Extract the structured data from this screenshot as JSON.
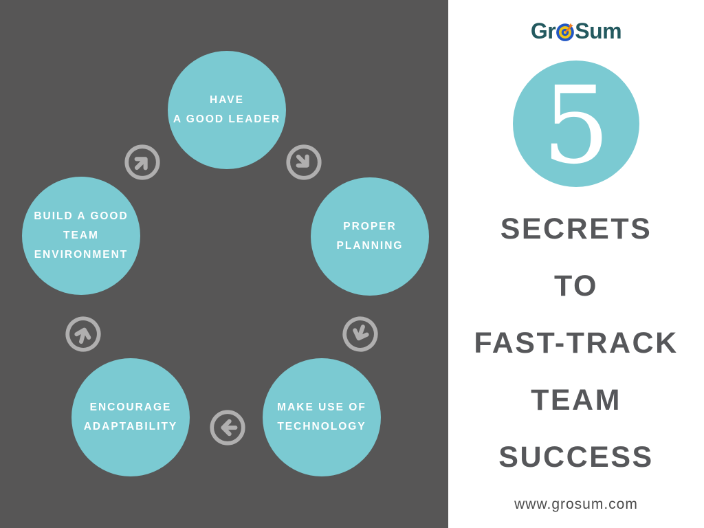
{
  "brand": {
    "logo_pre": "Gr",
    "logo_post": "Sum",
    "website": "www.grosum.com",
    "logo_color": "#23595f"
  },
  "badge": {
    "number": "5"
  },
  "headline": {
    "lines": [
      "SECRETS",
      "TO",
      "FAST-TRACK",
      "TEAM",
      "SUCCESS"
    ]
  },
  "cycle": {
    "steps": [
      {
        "position": "top",
        "lines": [
          "HAVE",
          "A GOOD LEADER"
        ]
      },
      {
        "position": "right",
        "lines": [
          "PROPER",
          "PLANNING"
        ]
      },
      {
        "position": "bottom-right",
        "lines": [
          "MAKE USE OF",
          "TECHNOLOGY"
        ]
      },
      {
        "position": "bottom-left",
        "lines": [
          "ENCOURAGE",
          "ADAPTABILITY"
        ]
      },
      {
        "position": "left",
        "lines": [
          "BUILD A GOOD",
          "TEAM",
          "ENVIRONMENT"
        ]
      }
    ],
    "arrow_directions": [
      "up-right",
      "down-right",
      "down-left",
      "left",
      "up"
    ]
  },
  "colors": {
    "panel_bg": "#575656",
    "accent_teal": "#7bcad2",
    "arrow_gray": "#b0afaf",
    "headline_gray": "#56575a",
    "circle_text": "#ffffff",
    "bullseye_blue": "#2257c4",
    "bullseye_yellow": "#f0c419",
    "dart_orange": "#f07d1e"
  }
}
